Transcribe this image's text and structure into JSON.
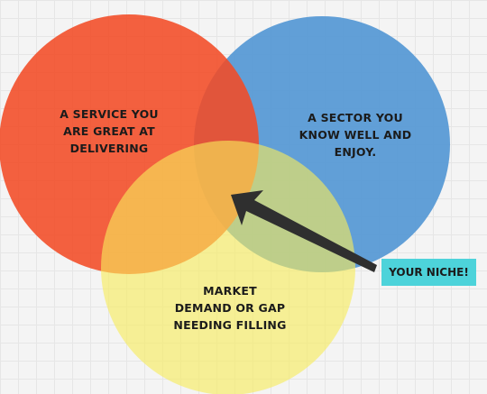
{
  "circles": {
    "service": {
      "label": "A SERVICE YOU\nARE GREAT AT\nDELIVERING",
      "color": "#f24b25"
    },
    "sector": {
      "label": "A SECTOR YOU\nKNOW WELL AND\nENJOY.",
      "color": "#5b9bd5"
    },
    "market": {
      "label": "MARKET\nDEMAND OR GAP\nNEEDING FILLING",
      "color": "#f7ec5a"
    }
  },
  "callout": {
    "label": "YOUR NICHE!",
    "color": "#4dd3da"
  },
  "arrow": {
    "color": "#2f2f2f"
  }
}
